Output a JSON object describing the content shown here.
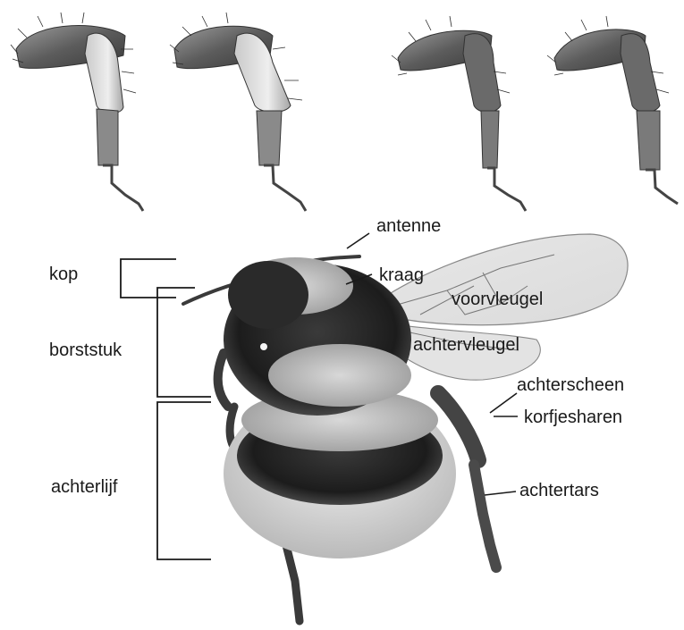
{
  "labels": {
    "kop": "kop",
    "borststuk": "borststuk",
    "achterlijf": "achterlijf",
    "antenne": "antenne",
    "kraag": "kraag",
    "voorvleugel": "voorvleugel",
    "achtervleugel": "achtervleugel",
    "achterscheen": "achterscheen",
    "korfjesharen": "korfjesharen",
    "achtertars": "achtertars"
  }
}
